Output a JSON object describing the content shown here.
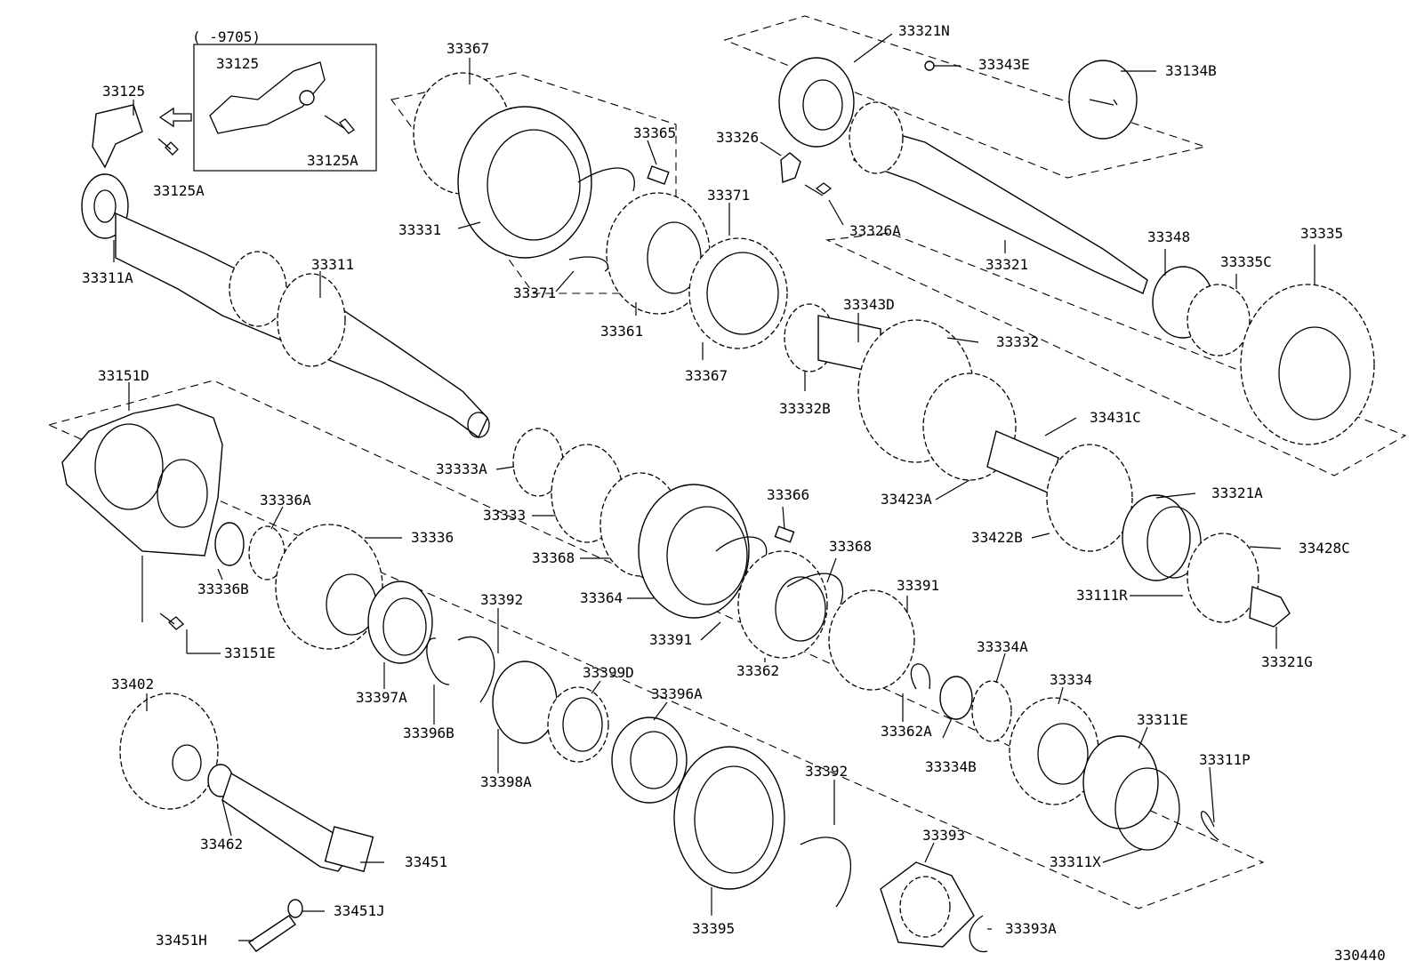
{
  "diagram": {
    "figure_id": "330440",
    "inset_range": "(    -9705)",
    "labels": [
      "33125",
      "33125",
      "33125A",
      "33125A",
      "33311A",
      "33311",
      "33367",
      "33331",
      "33365",
      "33371",
      "33371",
      "33361",
      "33367",
      "33321N",
      "33343E",
      "33134B",
      "33326",
      "33326A",
      "33321",
      "33348",
      "33335C",
      "33335",
      "33343D",
      "33332",
      "33332B",
      "33431C",
      "33423A",
      "33321A",
      "33422B",
      "33428C",
      "33111R",
      "33321G",
      "33151D",
      "33336A",
      "33336",
      "33336B",
      "33151E",
      "33333A",
      "33333",
      "33368",
      "33364",
      "33366",
      "33391",
      "33368",
      "33391",
      "33362",
      "33362A",
      "33392",
      "33397A",
      "33396B",
      "33398A",
      "33399D",
      "33396A",
      "33334A",
      "33334",
      "33311E",
      "33311P",
      "33334B",
      "33311X",
      "33402",
      "33462",
      "33451",
      "33451J",
      "33451H",
      "33392",
      "33395",
      "33393",
      "33393A"
    ]
  }
}
